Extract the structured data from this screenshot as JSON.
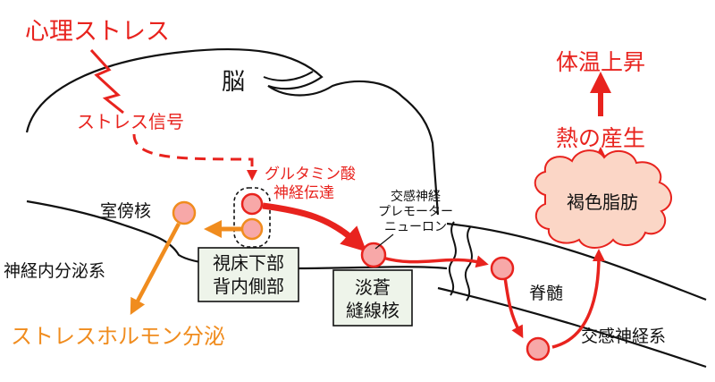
{
  "labels": {
    "psych_stress": "心理ストレス",
    "brain": "脳",
    "stress_signal": "ストレス信号",
    "glutamate_line1": "グルタミン酸",
    "glutamate_line2": "神経伝達",
    "pvn": "室傍核",
    "neuroendocrine": "神経内分泌系",
    "dmh_line1": "視床下部",
    "dmh_line2": "背内側部",
    "rpa_line1": "淡蒼",
    "rpa_line2": "縫線核",
    "premotor_line1": "交感神経",
    "premotor_line2": "プレモーター",
    "premotor_line3": "ニューロン",
    "spinal": "脊髄",
    "sympathetic": "交感神経系",
    "bat": "褐色脂肪",
    "heat": "熱の産生",
    "temp_rise": "体温上昇",
    "stress_hormone": "ストレスホルモン分泌"
  },
  "colors": {
    "accent_red": "#e8231e",
    "hormone_orange": "#f08c1e",
    "node_fill": "#f7a8a8",
    "bat_fill": "#fbd6c6",
    "box_fill": "#eef4ea"
  }
}
